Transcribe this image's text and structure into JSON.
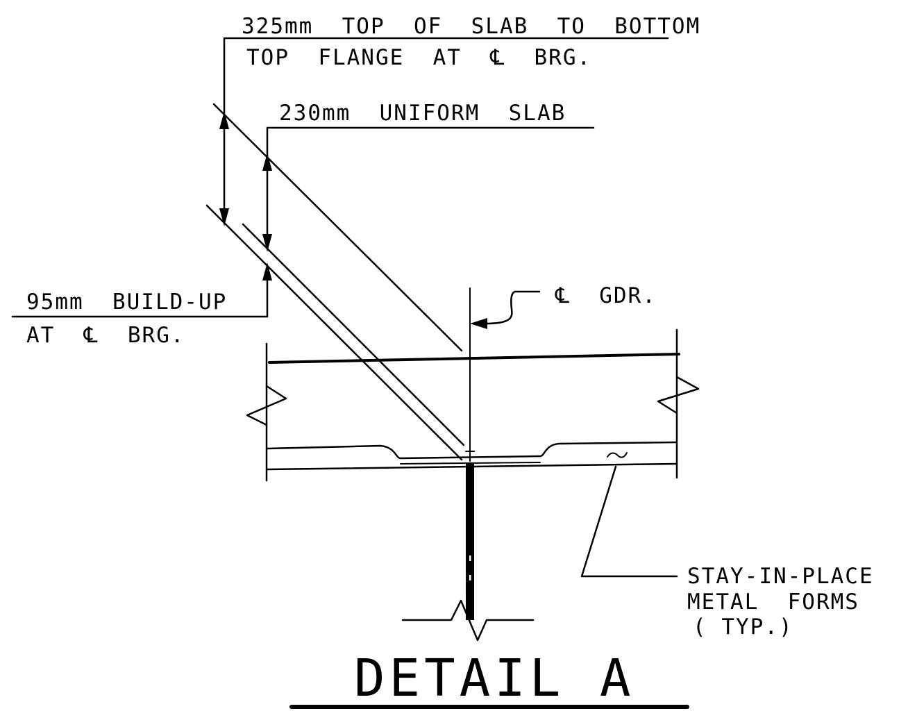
{
  "title": "DETAIL A",
  "notes": {
    "top_of_slab_line1": "325mm  TOP  OF  SLAB  TO  BOTTOM",
    "top_of_slab_line2": "TOP  FLANGE  AT  ℄  BRG.",
    "uniform_slab": "230mm  UNIFORM  SLAB",
    "build_up_line1": "95mm  BUILD-UP",
    "build_up_line2": "AT  ℄  BRG.",
    "girder_centerline": "℄  GDR.",
    "forms_line1": "STAY-IN-PLACE",
    "forms_line2": "METAL  FORMS",
    "forms_line3": "( TYP.)"
  },
  "colors": {
    "ink": "#000000",
    "paper": "#ffffff"
  }
}
